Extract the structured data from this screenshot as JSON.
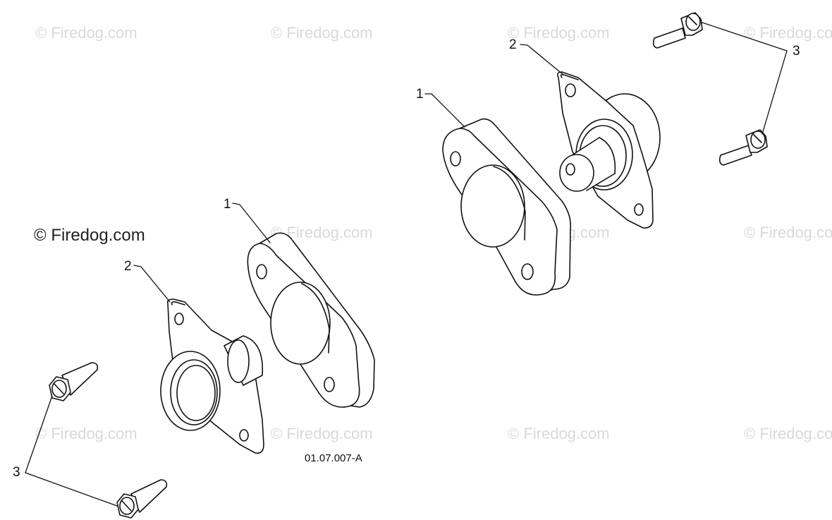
{
  "watermark": {
    "text": "© Firedog.com",
    "color": "#d9d9d9"
  },
  "main_watermark": "© Firedog.com",
  "callouts": {
    "spacer": "1",
    "bearing_flange": "2",
    "bolt": "3"
  },
  "figure_reference": "01.07.007-A",
  "colors": {
    "line": "#111111",
    "fill": "#ffffff"
  }
}
